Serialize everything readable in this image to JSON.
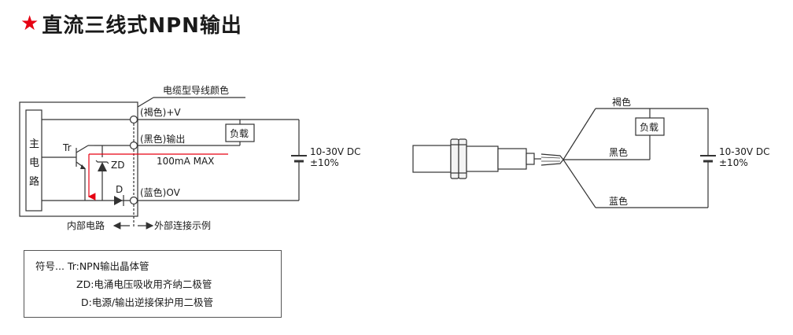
{
  "header": {
    "star": "★",
    "title": "直流三线式NPN输出"
  },
  "left_diagram": {
    "cable_type_label": "电缆型导线颜色",
    "main_circuit_label": [
      "主",
      "电",
      "路"
    ],
    "tr_label": "Tr",
    "zd_label": "ZD",
    "d_label": "D",
    "wire_brown": "(褐色)+V",
    "wire_black": "(黑色)输出",
    "wire_blue": "(蓝色)OV",
    "load_label": "负载",
    "current_label": "100mA MAX",
    "voltage_label": "10-30V DC",
    "tolerance_label": "±10%",
    "internal_label": "内部电路",
    "external_label": "外部连接示例"
  },
  "right_diagram": {
    "brown_label": "褐色",
    "black_label": "黑色",
    "blue_label": "蓝色",
    "load_label": "负载",
    "voltage_label": "10-30V DC",
    "tolerance_label": "±10%"
  },
  "legend": {
    "line1": "符号...  Tr:NPN输出晶体管",
    "line2": "ZD:电涌电压吸收用齐纳二极管",
    "line3": "D:电源/输出逆接保护用二极管"
  },
  "colors": {
    "accent_red": "#e60012",
    "line": "#333333"
  }
}
